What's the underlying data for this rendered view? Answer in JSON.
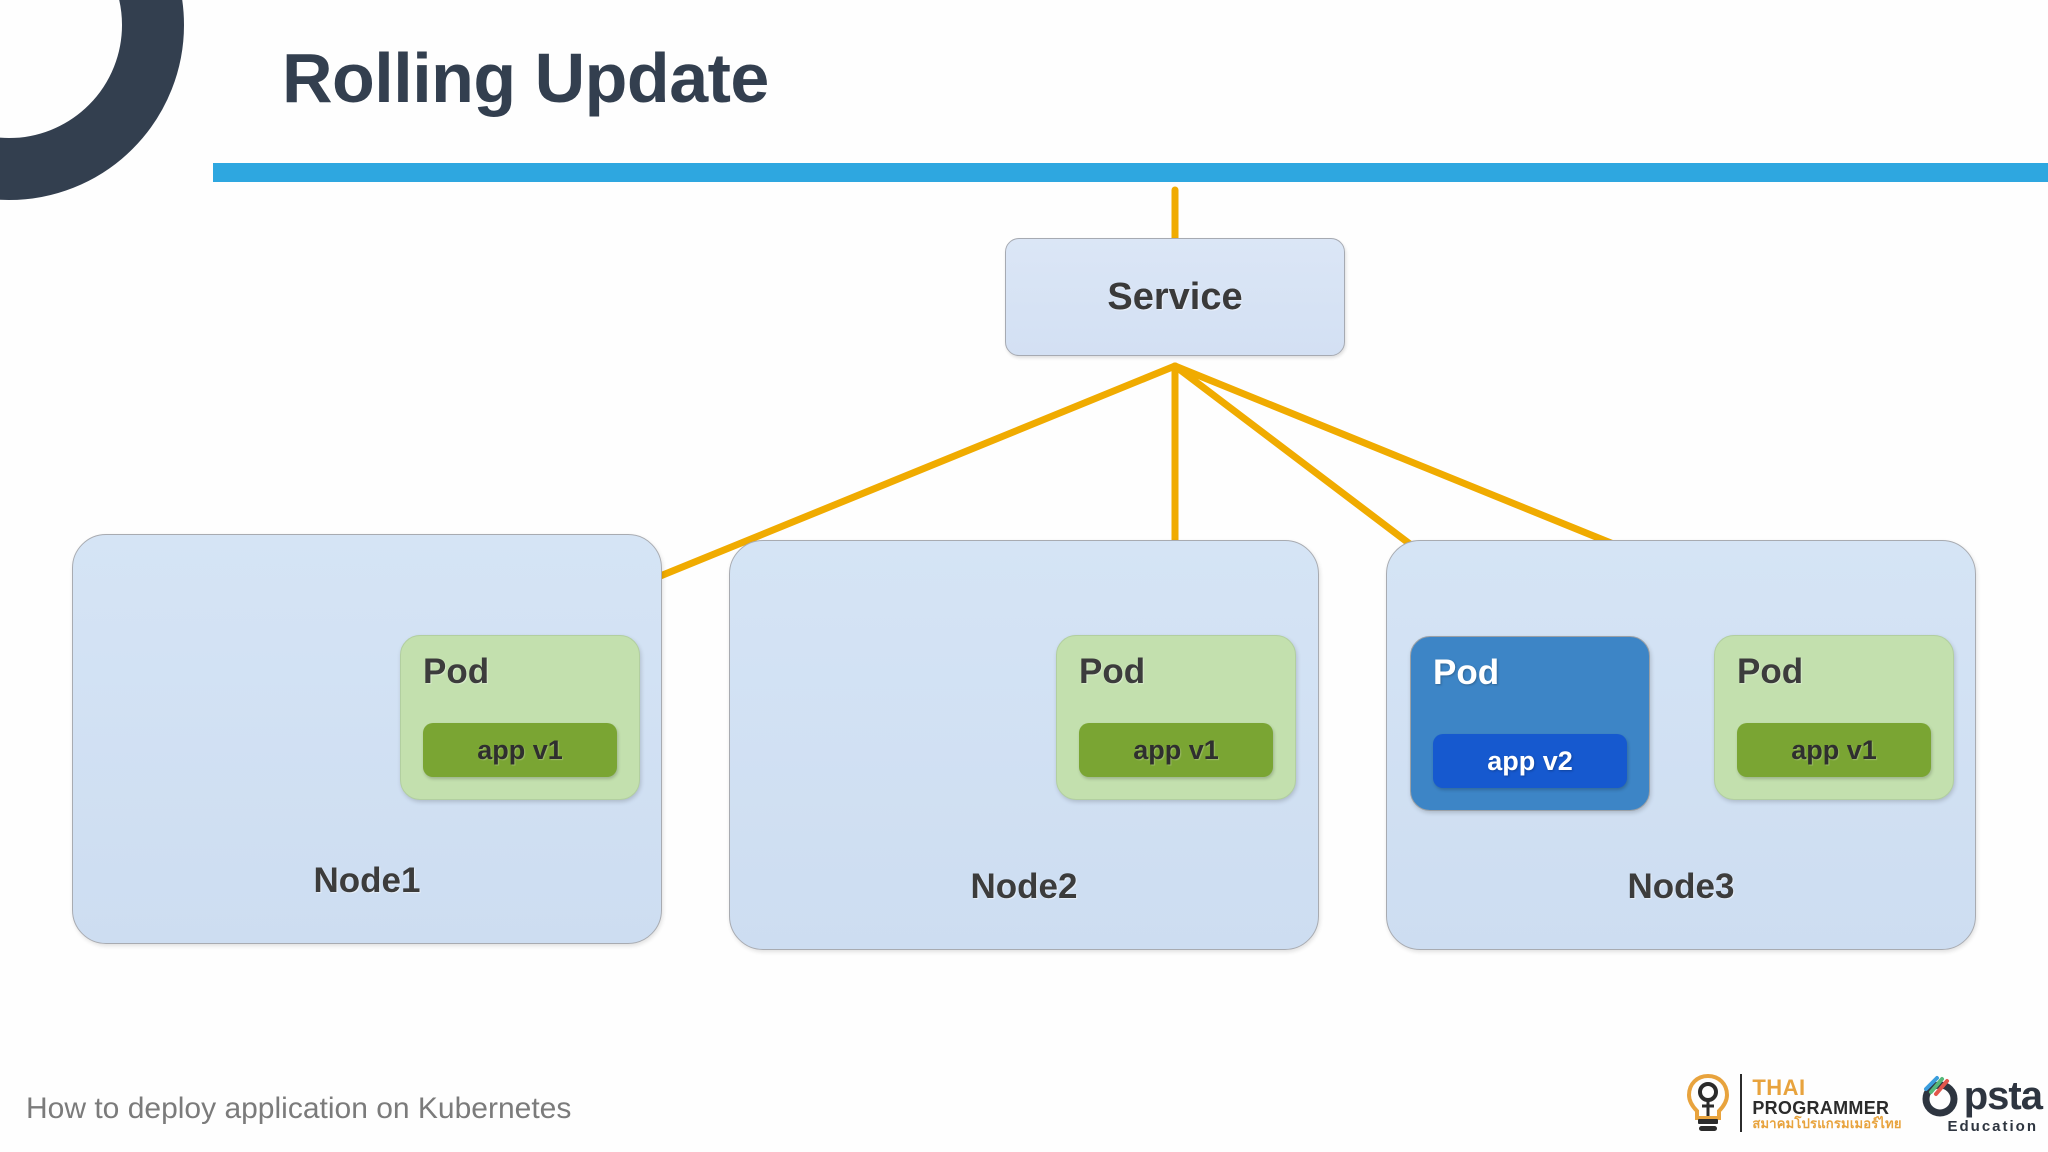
{
  "slide": {
    "title": "Rolling Update",
    "footer_text": "How to deploy application on Kubernetes",
    "accent_color": "#2ea7e0",
    "title_color": "#333f4f",
    "connector_color": "#f0ab00"
  },
  "diagram": {
    "service": {
      "label": "Service"
    },
    "nodes": [
      {
        "label": "Node1",
        "pods": [
          {
            "title": "Pod",
            "app_label": "app v1",
            "variant": "green"
          }
        ]
      },
      {
        "label": "Node2",
        "pods": [
          {
            "title": "Pod",
            "app_label": "app v1",
            "variant": "green"
          }
        ]
      },
      {
        "label": "Node3",
        "pods": [
          {
            "title": "Pod",
            "app_label": "app v2",
            "variant": "blue"
          },
          {
            "title": "Pod",
            "app_label": "app v1",
            "variant": "green"
          }
        ]
      }
    ],
    "colors": {
      "node_fill": "#d2e1f3",
      "service_fill": "#d8e4f5",
      "pod_green_fill": "#c3e0ae",
      "pod_green_chip": "#7aa533",
      "pod_blue_fill": "#3d85c6",
      "pod_blue_chip": "#1659cf"
    }
  },
  "logos": {
    "thai_programmer": {
      "line1": "THAI",
      "line2": "PROGRAMMER",
      "line3": "สมาคมโปรแกรมเมอร์ไทย"
    },
    "opsta": {
      "wordmark": "psta",
      "subtitle": "Education"
    }
  }
}
